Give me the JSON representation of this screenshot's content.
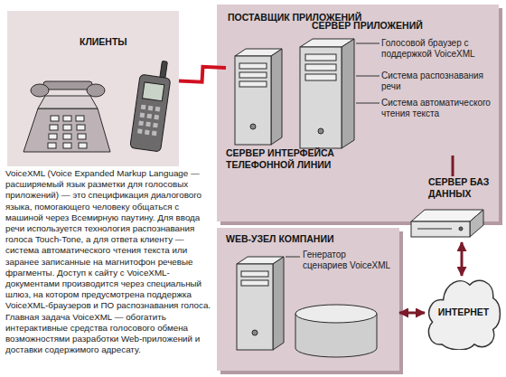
{
  "diagram": {
    "nodes": [
      {
        "text": [
          "КЛИЕНТЫ"
        ]
      },
      {
        "text": [
          "ПОСТАВЩИК ПРИЛОЖЕНИЙ"
        ]
      },
      {
        "text": [
          "СЕРВЕР ПРИЛОЖЕНИЙ",
          "Голосовой браузер с поддержкой VoiceXML",
          "Система распознавания речи",
          "Система автоматического чтения текста"
        ],
        "in": 1
      },
      {
        "text": [
          "СЕРВЕР ИНТЕРФЕЙСА ТЕЛЕФОННОЙ ЛИНИИ"
        ],
        "in": 1
      },
      {
        "text": [
          "СЕРВЕР БАЗ ДАННЫХ"
        ],
        "in": 1
      },
      {
        "text": [
          "WEB-УЗЕЛ КОМПАНИИ"
        ]
      },
      {
        "text": [
          "Генератор сценариев VoiceXML"
        ],
        "in": 5
      },
      {
        "text": [
          "ИНТЕРНЕТ"
        ]
      }
    ],
    "edges": [
      {
        "from": 0,
        "to": 3,
        "arrow": "none"
      },
      {
        "from": 2,
        "to": 4,
        "arrow": "none"
      },
      {
        "from": 4,
        "to": 7,
        "arrow": "both"
      },
      {
        "from": 5,
        "to": 7,
        "arrow": "both"
      }
    ],
    "labels": [
      "VoiceXML (Voice Expanded Markup Language — расширяемый язык разметки для голосовых приложений) — это спецификация диалогового языка, помогающего человеку общаться с машиной через Всемирную паутину. Для ввода речи используется технология распознавания голоса Touch-Tone, а для ответа клиенту — система автоматического чтения текста или заранее записанные на магнитофон речевые фрагменты. Доступ к сайту с VoiceXML-документами производится через специальный шлюз, на котором предусмотрена поддержка VoiceXML-браузеров и ПО распознавания голоса. Главная задача VoiceXML — обогатить интерактивные средства голосового обмена возможностями разработки Web-приложений и доставки содержимого адресату."
    ]
  }
}
